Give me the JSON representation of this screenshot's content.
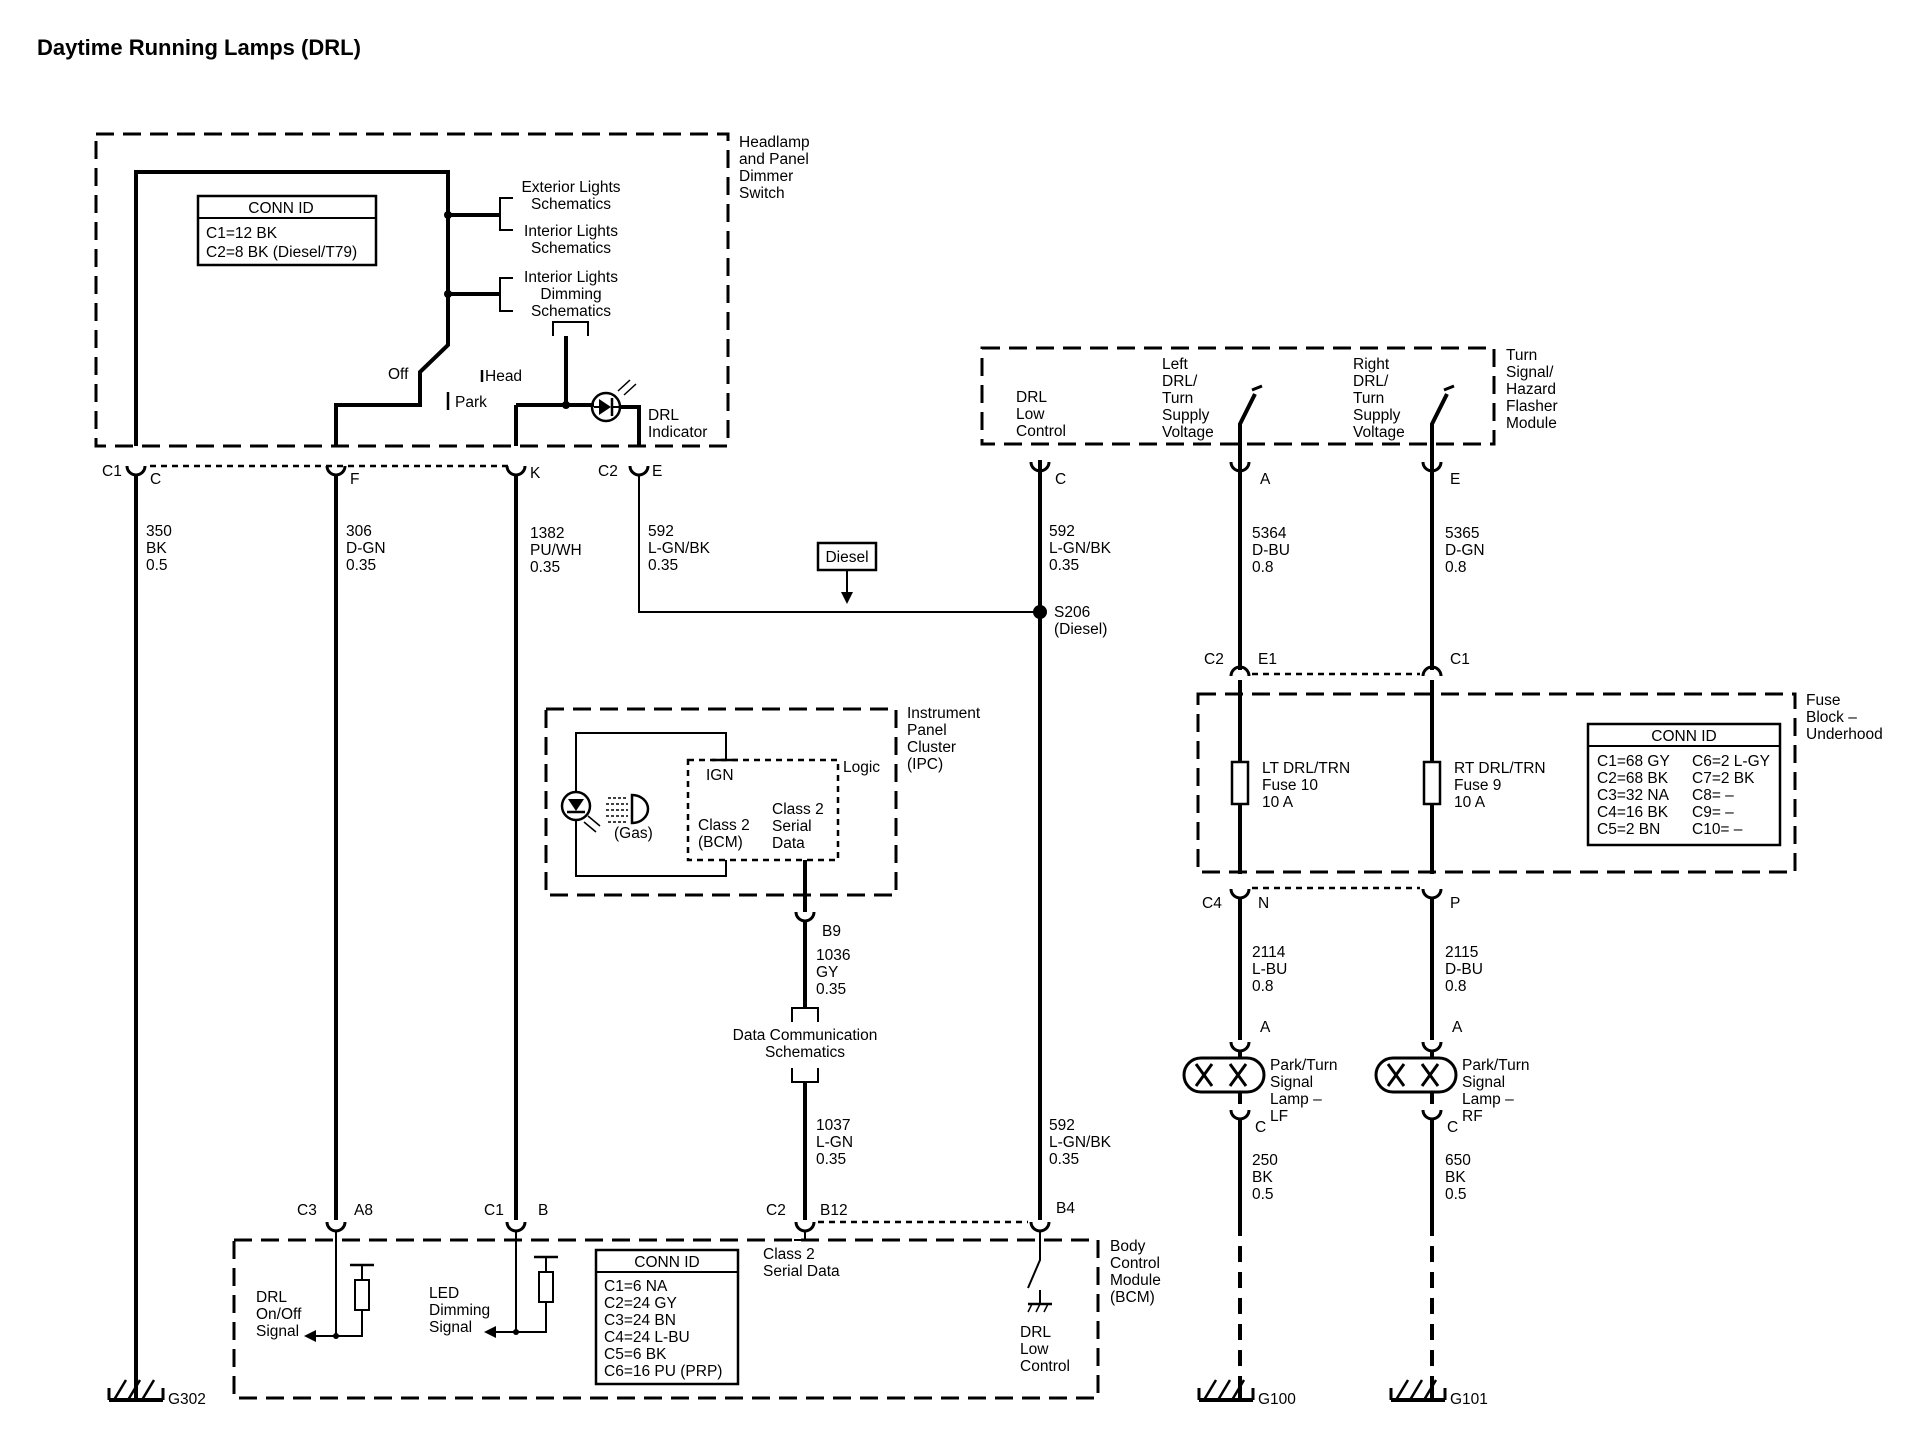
{
  "title": "Daytime Running Lamps (DRL)",
  "dimmer": {
    "name": [
      "Headlamp",
      "and Panel",
      "Dimmer",
      "Switch"
    ],
    "conn_title": "CONN ID",
    "conn_rows": [
      "C1=12 BK",
      "C2=8 BK (Diesel/T79)"
    ],
    "ref_ext": [
      "Exterior Lights",
      "Schematics"
    ],
    "ref_int": [
      "Interior Lights",
      "Schematics"
    ],
    "ref_dim": [
      "Interior Lights",
      "Dimming",
      "Schematics"
    ],
    "off": "Off",
    "head": "Head",
    "park": "Park",
    "drl_ind": [
      "DRL",
      "Indicator"
    ],
    "pins": {
      "c1": "C1",
      "c": "C",
      "f": "F",
      "k": "K",
      "c2": "C2",
      "e": "E"
    }
  },
  "wires": {
    "w350": [
      "350",
      "BK",
      "0.5"
    ],
    "w306": [
      "306",
      "D-GN",
      "0.35"
    ],
    "w1382": [
      "1382",
      "PU/WH",
      "0.35"
    ],
    "w592a": [
      "592",
      "L-GN/BK",
      "0.35"
    ],
    "w592b": [
      "592",
      "L-GN/BK",
      "0.35"
    ],
    "w592c": [
      "592",
      "L-GN/BK",
      "0.35"
    ],
    "w5364": [
      "5364",
      "D-BU",
      "0.8"
    ],
    "w5365": [
      "5365",
      "D-GN",
      "0.8"
    ],
    "w1036": [
      "1036",
      "GY",
      "0.35"
    ],
    "w1037": [
      "1037",
      "L-GN",
      "0.35"
    ],
    "w2114": [
      "2114",
      "L-BU",
      "0.8"
    ],
    "w2115": [
      "2115",
      "D-BU",
      "0.8"
    ],
    "w250": [
      "250",
      "BK",
      "0.5"
    ],
    "w650": [
      "650",
      "BK",
      "0.5"
    ]
  },
  "diesel_box": "Diesel",
  "splice": [
    "S206",
    "(Diesel)"
  ],
  "tsm": {
    "name": [
      "Turn",
      "Signal/",
      "Hazard",
      "Flasher",
      "Module"
    ],
    "drl_low": [
      "DRL",
      "Low",
      "Control"
    ],
    "left": [
      "Left",
      "DRL/",
      "Turn",
      "Supply",
      "Voltage"
    ],
    "right": [
      "Right",
      "DRL/",
      "Turn",
      "Supply",
      "Voltage"
    ],
    "pins": {
      "c": "C",
      "a": "A",
      "e": "E"
    }
  },
  "fuse_block": {
    "name": [
      "Fuse",
      "Block –",
      "Underhood"
    ],
    "conn_title": "CONN ID",
    "conn_rows": [
      "C1=68 GY",
      "C2=68 BK",
      "C3=32 NA",
      "C4=16 BK",
      "C5=2 BN"
    ],
    "conn_rows2": [
      "C6=2 L-GY",
      "C7=2 BK",
      "C8= –",
      "C9= –",
      "C10= –"
    ],
    "lt_fuse": [
      "LT DRL/TRN",
      "Fuse 10",
      "10 A"
    ],
    "rt_fuse": [
      "RT DRL/TRN",
      "Fuse 9",
      "10 A"
    ],
    "pins": {
      "c2": "C2",
      "e1": "E1",
      "c1": "C1",
      "c4": "C4",
      "n": "N",
      "p": "P"
    }
  },
  "ipc": {
    "name": [
      "Instrument",
      "Panel",
      "Cluster",
      "(IPC)"
    ],
    "logic": "Logic",
    "ign": "IGN",
    "class2bcm": [
      "Class 2",
      "(BCM)"
    ],
    "serial": [
      "Class 2",
      "Serial",
      "Data"
    ],
    "gas": "(Gas)",
    "pin_b9": "B9"
  },
  "data_comm": [
    "Data Communication",
    "Schematics"
  ],
  "lamps": {
    "lf": [
      "Park/Turn",
      "Signal",
      "Lamp –",
      "LF"
    ],
    "rf": [
      "Park/Turn",
      "Signal",
      "Lamp –",
      "RF"
    ],
    "pin_a": "A",
    "pin_c": "C"
  },
  "bcm": {
    "name": [
      "Body",
      "Control",
      "Module",
      "(BCM)"
    ],
    "conn_title": "CONN ID",
    "conn_rows": [
      "C1=6 NA",
      "C2=24 GY",
      "C3=24 BN",
      "C4=24 L-BU",
      "C5=6 BK",
      "C6=16 PU (PRP)"
    ],
    "drl_onoff": [
      "DRL",
      "On/Off",
      "Signal"
    ],
    "led_dim": [
      "LED",
      "Dimming",
      "Signal"
    ],
    "serial": [
      "Class 2",
      "Serial Data"
    ],
    "drl_low": [
      "DRL",
      "Low",
      "Control"
    ],
    "pins": {
      "c3": "C3",
      "a8": "A8",
      "c1": "C1",
      "b": "B",
      "c2": "C2",
      "b12": "B12",
      "b4": "B4"
    }
  },
  "grounds": {
    "g302": "G302",
    "g100": "G100",
    "g101": "G101"
  }
}
